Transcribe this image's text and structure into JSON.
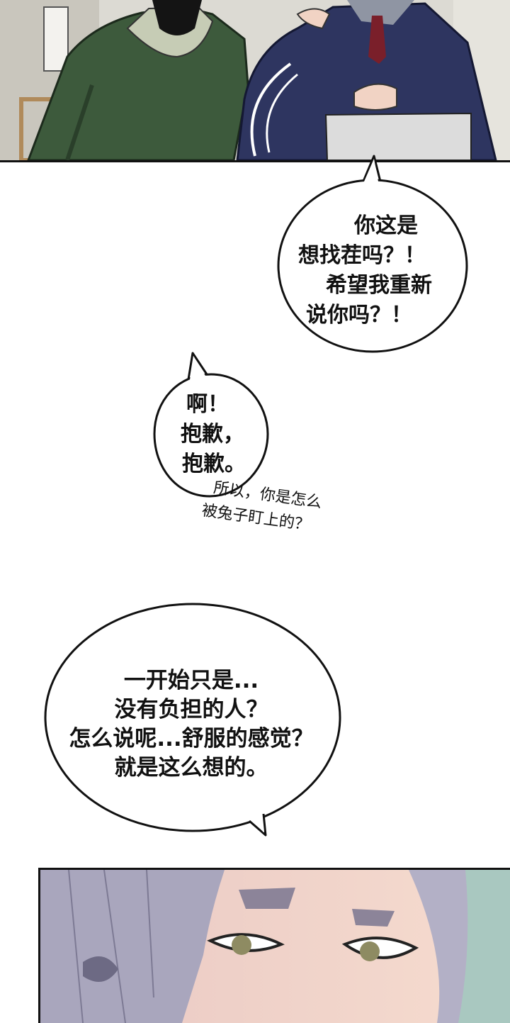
{
  "comic": {
    "panel_top": {
      "description": ""
    },
    "bubbles": [
      {
        "lines": [
          "你这是",
          "想找茬吗？！",
          "希望我重新",
          "说你吗？！"
        ]
      },
      {
        "lines": [
          "啊！",
          "抱歉，",
          "抱歉。"
        ]
      },
      {
        "lines": [
          "一开始只是...",
          "没有负担的人？",
          "怎么说呢...舒服的感觉？",
          "就是这么想的。"
        ]
      }
    ],
    "whisper": {
      "lines": [
        "所以，你是怎么",
        "被兔子盯上的？"
      ]
    }
  },
  "colors": {
    "jacket_green": "#3d5a3c",
    "sweater_navy": "#2e3560",
    "hair_silver": "#a9a6bd",
    "skin": "#f0d2c8",
    "ink": "#111111"
  }
}
